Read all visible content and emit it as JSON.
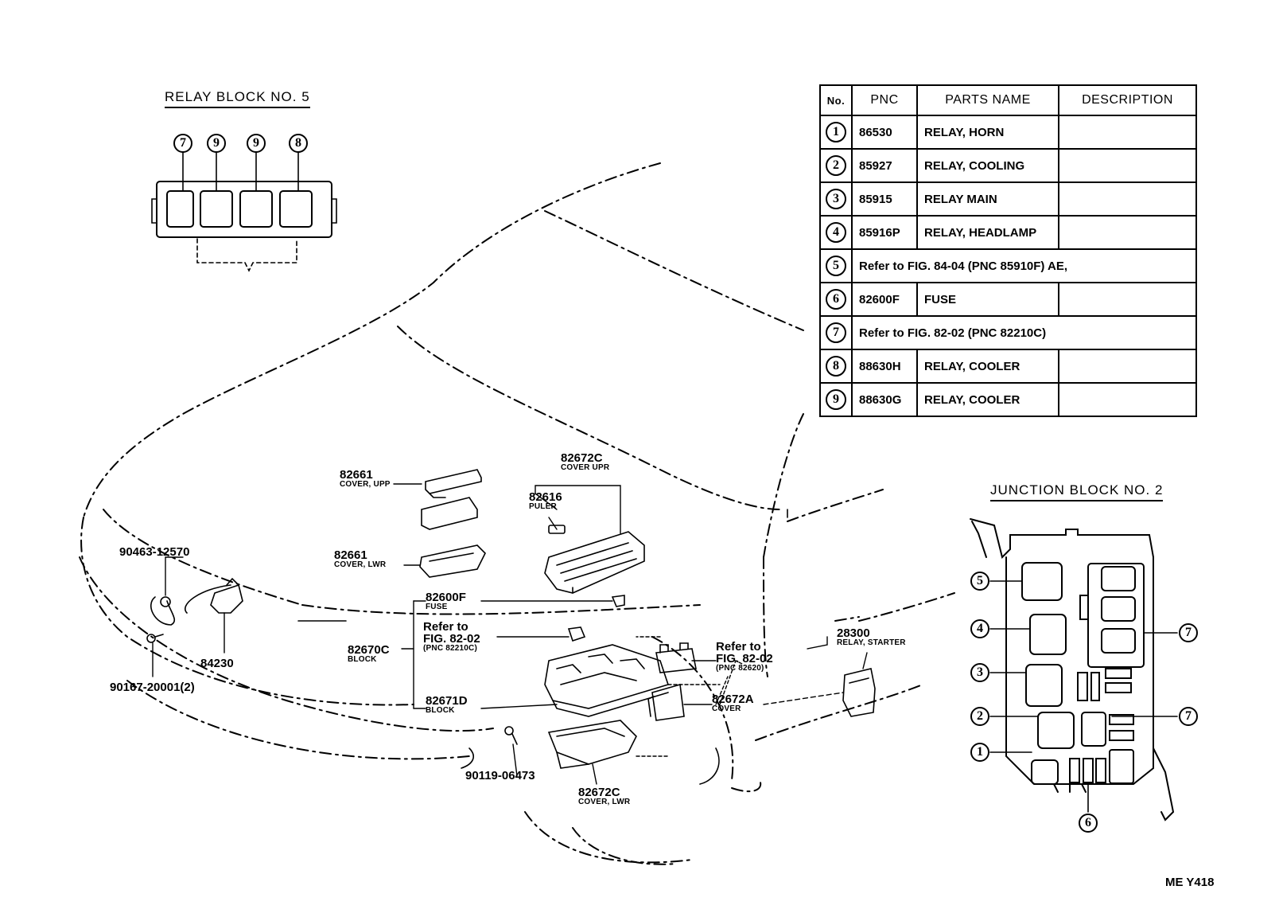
{
  "relay_block": {
    "title": "RELAY BLOCK NO. 5",
    "callouts": [
      "7",
      "9",
      "9",
      "8"
    ]
  },
  "junction_block": {
    "title": "JUNCTION BLOCK NO. 2",
    "callouts_left": [
      "5",
      "4",
      "3",
      "2",
      "1"
    ],
    "callouts_right": [
      "7",
      "7"
    ],
    "callout_bottom": "6"
  },
  "table": {
    "headers": [
      "No.",
      "PNC",
      "PARTS NAME",
      "DESCRIPTION"
    ],
    "rows": [
      {
        "no": "1",
        "pnc": "86530",
        "name": "RELAY, HORN",
        "desc": ""
      },
      {
        "no": "2",
        "pnc": "85927",
        "name": "RELAY, COOLING",
        "desc": ""
      },
      {
        "no": "3",
        "pnc": "85915",
        "name": "RELAY MAIN",
        "desc": ""
      },
      {
        "no": "4",
        "pnc": "85916P",
        "name": "RELAY, HEADLAMP",
        "desc": ""
      },
      {
        "no": "5",
        "refer": "Refer to FIG. 84-04 (PNC 85910F) AE,"
      },
      {
        "no": "6",
        "pnc": "82600F",
        "name": "FUSE",
        "desc": ""
      },
      {
        "no": "7",
        "refer": "Refer to FIG. 82-02 (PNC 82210C)"
      },
      {
        "no": "8",
        "pnc": "88630H",
        "name": "RELAY, COOLER",
        "desc": ""
      },
      {
        "no": "9",
        "pnc": "88630G",
        "name": "RELAY, COOLER",
        "desc": ""
      }
    ]
  },
  "labels": {
    "p82661_upp": {
      "pn": "82661",
      "sub": "COVER, UPP"
    },
    "p82661_lwr": {
      "pn": "82661",
      "sub": "COVER, LWR"
    },
    "p82672c_upr": {
      "pn": "82672C",
      "sub": "COVER UPR"
    },
    "p82616": {
      "pn": "82616",
      "sub": "PULER"
    },
    "p90463": {
      "pn": "90463-12570"
    },
    "p84230": {
      "pn": "84230"
    },
    "p90167": {
      "pn": "90167-20001(2)"
    },
    "p82600f": {
      "pn": "82600F",
      "sub": "FUSE"
    },
    "refer_a": {
      "line1": "Refer to",
      "line2": "FIG. 82-02",
      "sub": "(PNC 82210C)"
    },
    "p82670c": {
      "pn": "82670C",
      "sub": "BLOCK"
    },
    "p82671d": {
      "pn": "82671D",
      "sub": "BLOCK"
    },
    "refer_b": {
      "line1": "Refer to",
      "line2": "FIG. 82-02",
      "sub": "(PNC 82620)"
    },
    "p82672a": {
      "pn": "82672A",
      "sub": "COVER"
    },
    "p28300": {
      "pn": "28300",
      "sub": "RELAY, STARTER"
    },
    "p90119": {
      "pn": "90119-06473"
    },
    "p82672c_lwr": {
      "pn": "82672C",
      "sub": "COVER, LWR"
    }
  },
  "figure_code": "ME Y418"
}
